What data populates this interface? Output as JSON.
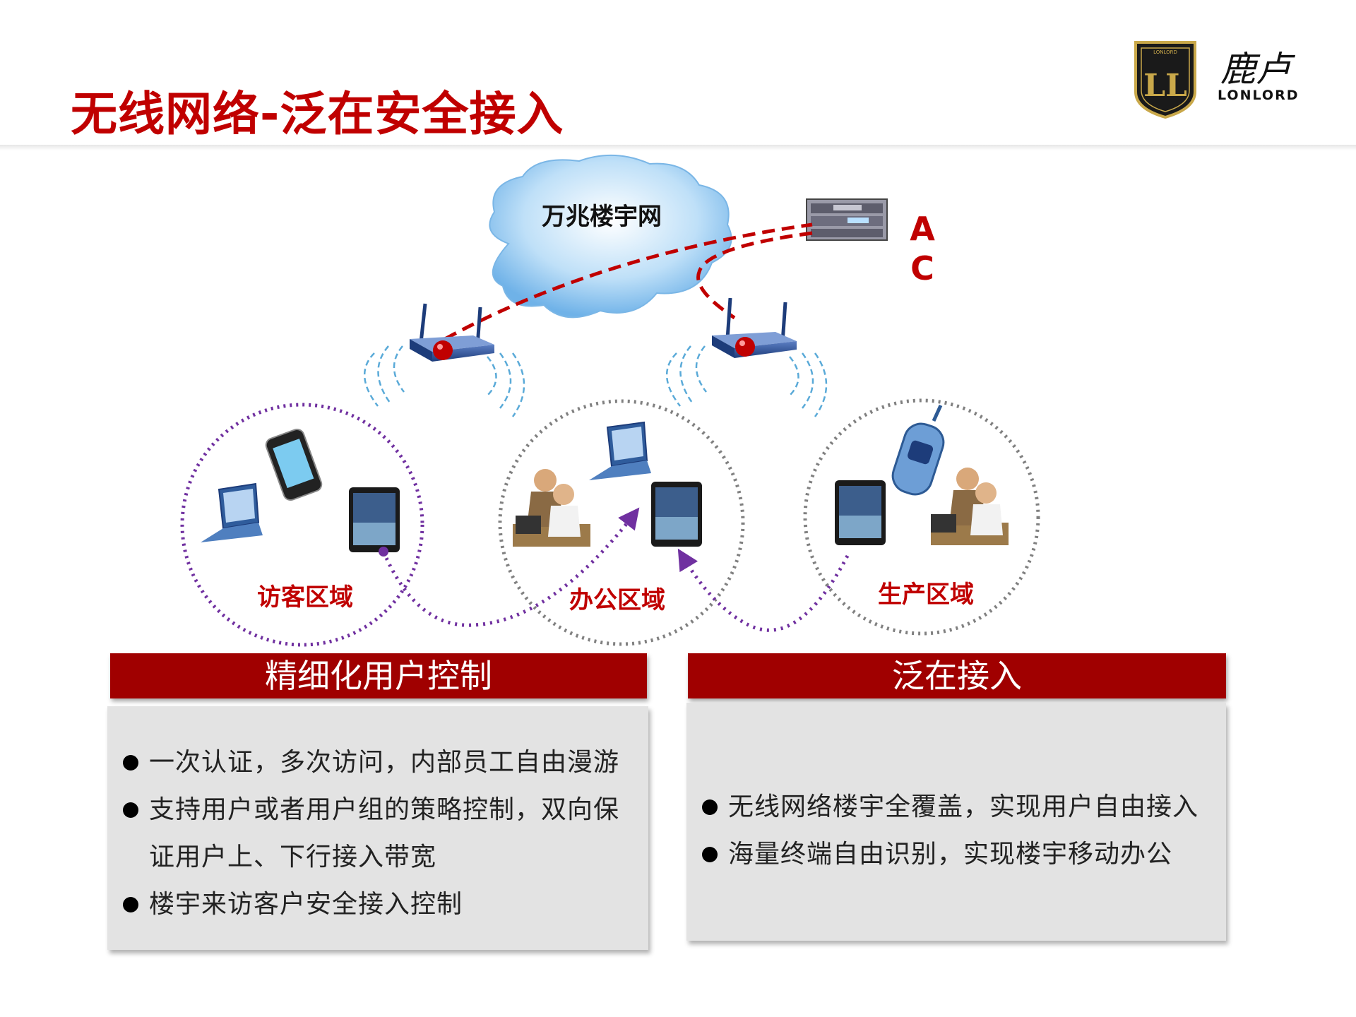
{
  "title": "无线网络-泛在安全接入",
  "logo": {
    "cn": "鹿卢",
    "en": "LONLORD",
    "badge": "LL",
    "badge_small": "LONLORD"
  },
  "diagram": {
    "cloud_label": "万兆楼宇网",
    "ac_label_1": "A",
    "ac_label_2": "C",
    "zones": {
      "visitor": "访客区域",
      "office": "办公区域",
      "production": "生产区域"
    }
  },
  "left_panel": {
    "header": "精细化用户控制",
    "items": [
      "一次认证，多次访问，内部员工自由漫游",
      "支持用户或者用户组的策略控制，双向保证用户上、下行接入带宽",
      "楼宇来访客户安全接入控制"
    ]
  },
  "right_panel": {
    "header": "泛在接入",
    "items": [
      "无线网络楼宇全覆盖，实现用户自由接入",
      "海量终端自由识别，实现楼宇移动办公"
    ]
  },
  "colors": {
    "brand_red": "#c00000",
    "header_red": "#a00000",
    "panel_gray": "#e3e3e3",
    "zone_purple": "#7030a0"
  },
  "icons": [
    "cloud-icon",
    "ac-controller-icon",
    "wireless-router-icon",
    "laptop-icon",
    "smartphone-icon",
    "tablet-icon",
    "flip-phone-icon",
    "office-workers-icon"
  ]
}
